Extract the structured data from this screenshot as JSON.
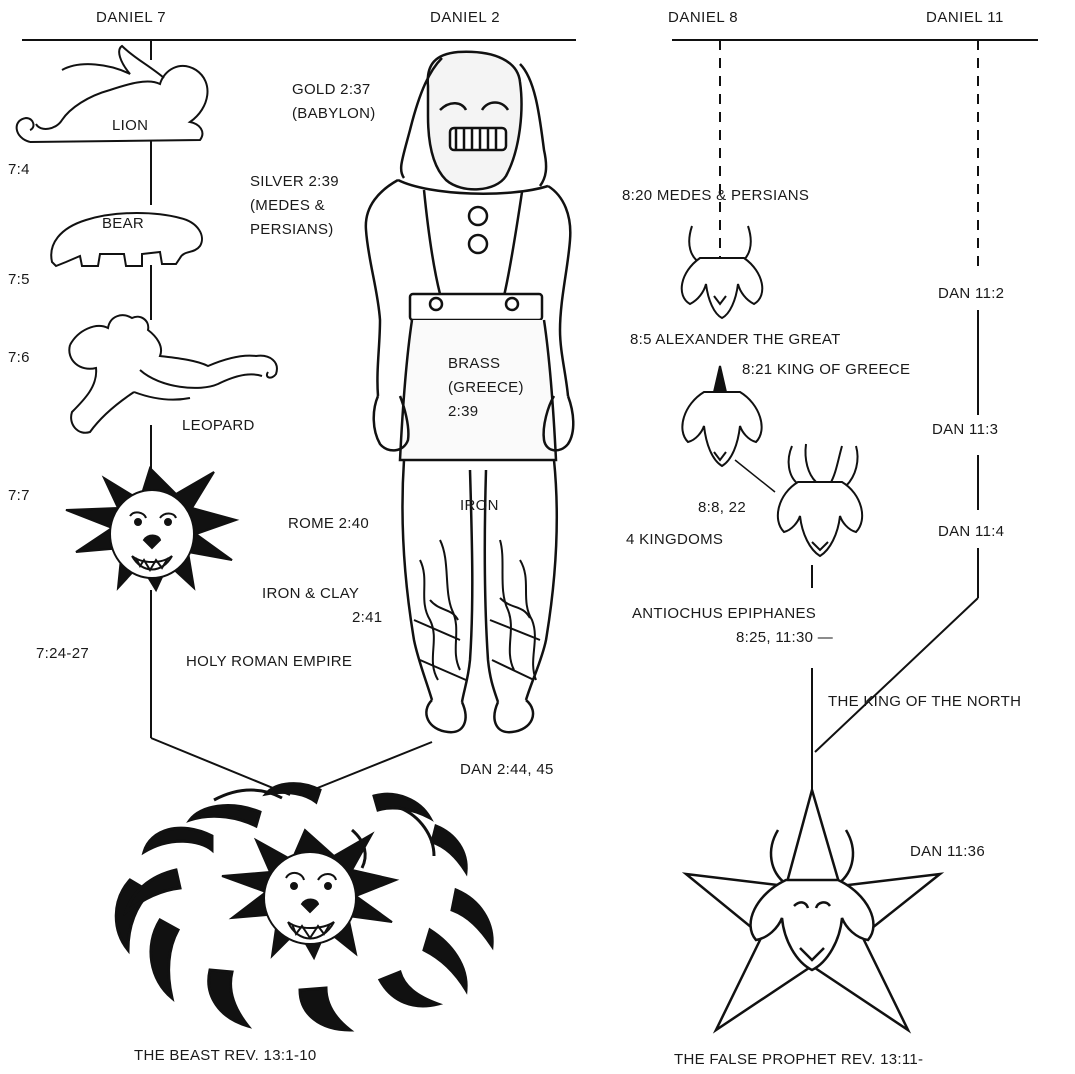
{
  "headers": {
    "daniel7": "DANIEL 7",
    "daniel2": "DANIEL 2",
    "daniel8": "DANIEL 8",
    "daniel11": "DANIEL 11"
  },
  "daniel7": {
    "lion": "LION",
    "ref_74": "7:4",
    "bear": "BEAR",
    "ref_75": "7:5",
    "ref_76": "7:6",
    "leopard": "LEOPARD",
    "ref_77": "7:7",
    "ref_724": "7:24-27"
  },
  "daniel2": {
    "gold": "GOLD 2:37",
    "babylon": "(BABYLON)",
    "silver": "SILVER 2:39",
    "medes": "(MEDES &",
    "persians": "PERSIANS)",
    "brass": "BRASS",
    "greece": "(GREECE)",
    "brass_ref": "2:39",
    "iron": "IRON",
    "rome": "ROME 2:40",
    "iron_clay": "IRON & CLAY",
    "iron_clay_ref": "2:41",
    "holy_roman": "HOLY ROMAN EMPIRE",
    "dan244": "DAN 2:44, 45"
  },
  "daniel8": {
    "medes_persians": "8:20 MEDES & PERSIANS",
    "alexander": "8:5 ALEXANDER THE GREAT",
    "king_greece": "8:21 KING OF GREECE",
    "ref_88": "8:8, 22",
    "four_kingdoms": "4 KINGDOMS",
    "antiochus": "ANTIOCHUS EPIPHANES",
    "antiochus_ref": "8:25, 11:30 —"
  },
  "daniel11": {
    "dan112": "DAN 11:2",
    "dan113": "DAN 11:3",
    "dan114": "DAN 11:4",
    "king_north": "THE KING OF THE NORTH",
    "dan1136": "DAN 11:36"
  },
  "bottom": {
    "beast": "THE BEAST REV. 13:1-10",
    "false_prophet": "THE FALSE PROPHET REV. 13:11-"
  }
}
